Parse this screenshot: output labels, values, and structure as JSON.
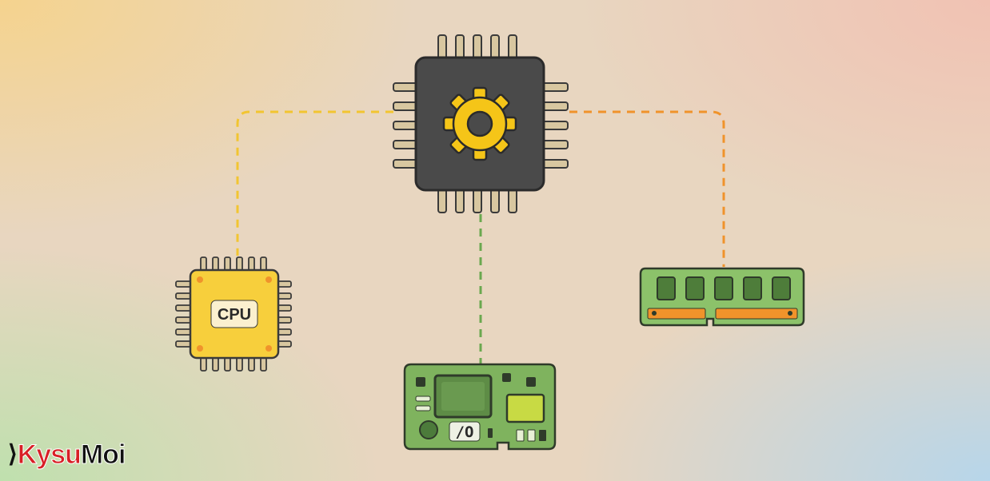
{
  "diagram": {
    "cpu_label": "CPU",
    "io_label": "/O",
    "colors": {
      "link_cpu": "#f2c531",
      "link_io": "#6aa84f",
      "link_ram": "#f0932b",
      "hub_body": "#4a4a4a",
      "gear": "#f5c518",
      "cpu_body": "#f7cf3c",
      "board_green": "#7fb35e",
      "pins": "#d8c7a0"
    }
  },
  "logo": {
    "mark": "⟩",
    "part_a": "Kysu",
    "part_b": "Moi"
  }
}
